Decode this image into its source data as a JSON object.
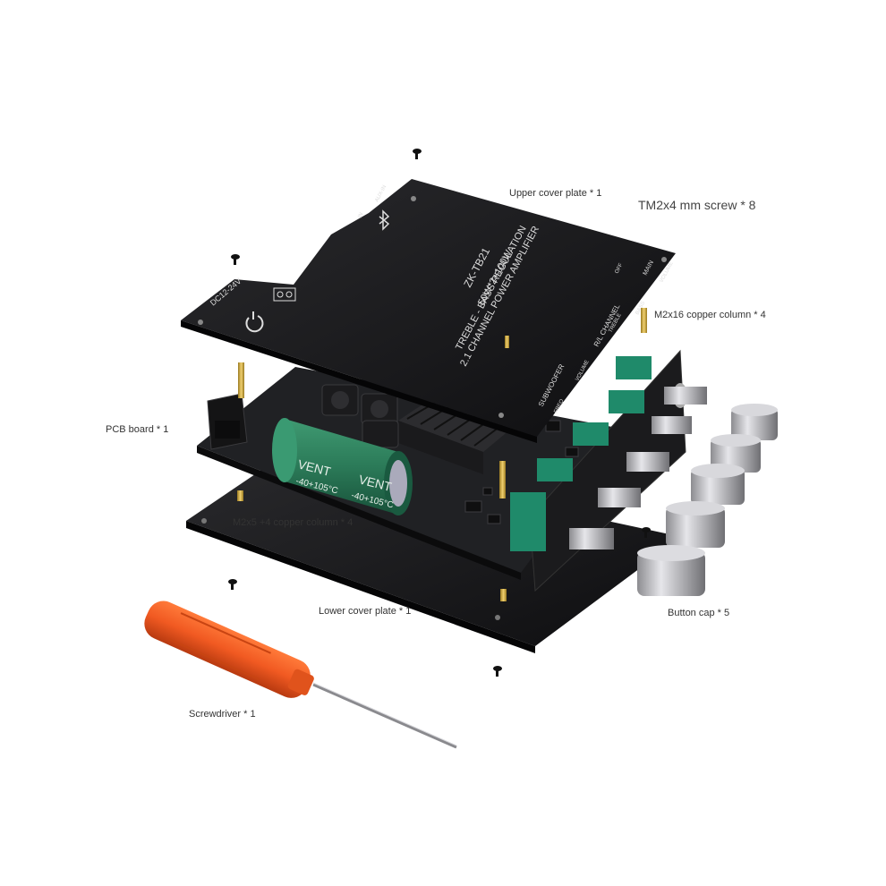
{
  "labels": {
    "upper_cover": "Upper cover plate * 1",
    "screw": "TM2x4 mm screw * 8",
    "copper_column_16": "M2x16 copper column * 4",
    "pcb": "PCB board * 1",
    "copper_column_5": "M2x5 +4 copper column * 4",
    "lower_cover": "Lower cover plate * 1",
    "button_cap": "Button cap * 5",
    "screwdriver": "Screwdriver * 1"
  },
  "board_text": {
    "model": "ZK-TB21",
    "power": "50W*2+100W",
    "feature": "TREBLE - BASS REGULATION",
    "type": "2.1 CHANNEL POWER AMPLIFIER",
    "voltage": "DC12-24V",
    "sub_label": "SUBWOOFER",
    "rl_label": "R/L CHANNEL",
    "freq": "FREQ",
    "volume": "VOLUME",
    "treble": "TREBLE",
    "bass": "BASS",
    "main_volume": "VOLUME",
    "main": "MAIN",
    "off": "OFF",
    "in": "IN",
    "aux": "AUX-IN",
    "cap_brand": "VENT",
    "cap_rating": "-40+105°C"
  },
  "colors": {
    "board": "#1a1a1c",
    "pcb": "#202124",
    "capacitor": "#2f7a5a",
    "pot_green": "#1f8a6a",
    "handle": "#f15a22",
    "brass": "#c9a43a",
    "metal": "#b8b8bc"
  }
}
